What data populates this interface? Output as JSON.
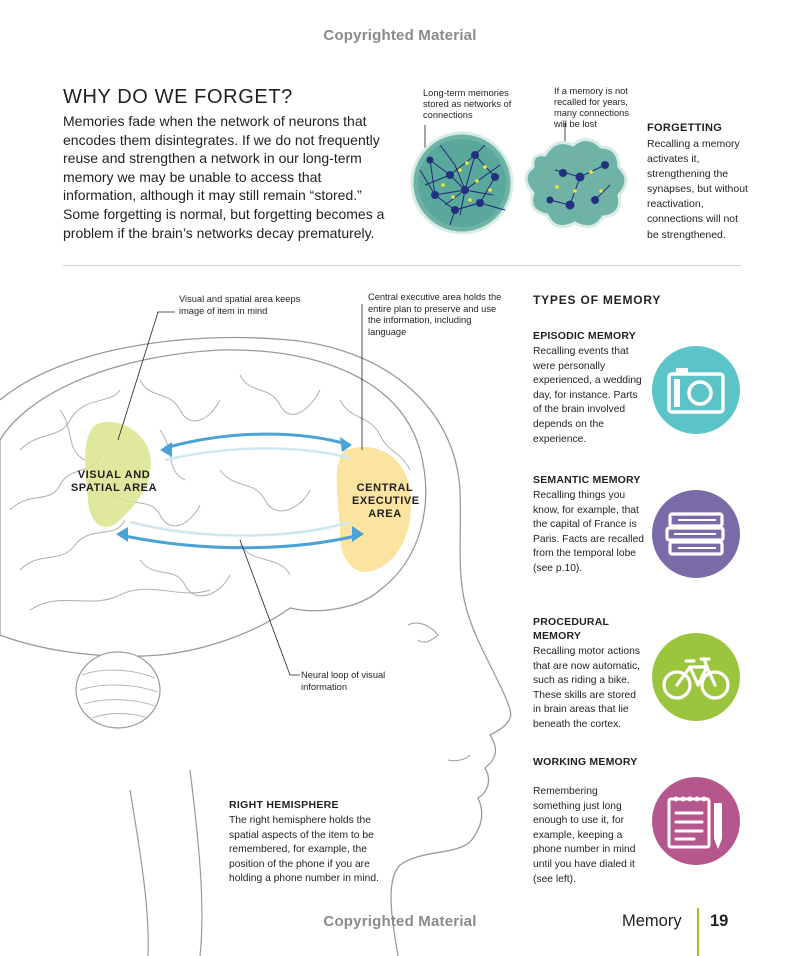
{
  "watermark": {
    "top": "Copyrighted Material",
    "bottom": "Copyrighted Material"
  },
  "why": {
    "title": "WHY DO WE FORGET?",
    "body": "Memories fade when the network of neurons that encodes them disintegrates. If we do not frequently reuse and strengthen a network in our long-term memory we may be unable to access that information, although it may still remain “stored.” Some forgetting is normal, but forgetting becomes a problem if the brain’s networks decay prematurely."
  },
  "neuron_labels": {
    "long_term": "Long-term memories stored as networks of connections",
    "not_recalled": "If a memory is not recalled for years, many connections will be lost"
  },
  "forgetting": {
    "title": "FORGETTING",
    "body": "Recalling a memory activates it, strengthening the synapses, but without reactivation, connections will not be strengthened."
  },
  "brain": {
    "label_visual_top": "Visual and spatial area keeps image of item in mind",
    "label_central_top": "Central executive area holds the entire plan to preserve and use the information, including language",
    "area_visual": "VISUAL AND SPATIAL AREA",
    "area_central": "CENTRAL EXECUTIVE AREA",
    "label_loop": "Neural loop of visual information"
  },
  "right_hemisphere": {
    "title": "RIGHT HEMISPHERE",
    "body": "The right hemisphere holds the spatial aspects of the item to be remembered, for example, the position of the phone if you are holding a phone number in mind."
  },
  "types": {
    "title": "TYPES OF MEMORY",
    "items": [
      {
        "title": "EPISODIC MEMORY",
        "body": "Recalling events that were personally experienced, a wedding day, for instance. Parts of the brain involved depends on the experience.",
        "icon": "camera-icon",
        "color": "#5bc4c9"
      },
      {
        "title": "SEMANTIC MEMORY",
        "body": "Recalling things you know, for example, that the capital of France is Paris. Facts are recalled from the temporal lobe (see p.10).",
        "icon": "books-icon",
        "color": "#7a6aa8"
      },
      {
        "title": "PROCEDURAL MEMORY",
        "body": "Recalling motor actions that are now automatic, such as riding a bike. These skills are stored in brain areas that lie beneath the cortex.",
        "icon": "bicycle-icon",
        "color": "#9bc53d"
      },
      {
        "title": "WORKING MEMORY",
        "body": "Remembering something just long enough to use it, for example, keeping a phone number in mind until you have dialed it (see left).",
        "icon": "notepad-icon",
        "color": "#b5578d"
      }
    ]
  },
  "footer": {
    "section": "Memory",
    "page": "19"
  },
  "colors": {
    "accent_green": "#9bbf3b",
    "visual_area": "#d9e48c",
    "central_area": "#fbe196",
    "arrow": "#4aa3d4",
    "neuron_bg": "#5aa89b",
    "neuron_cell": "#23307d",
    "synapse": "#f5e532"
  }
}
